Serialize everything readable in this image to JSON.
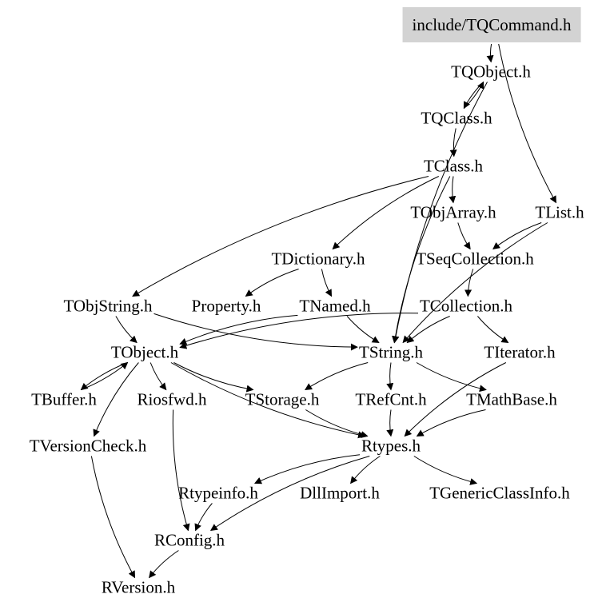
{
  "graph": {
    "root": "include/TQCommand.h",
    "nodes": {
      "n_tqcommand": "include/TQCommand.h",
      "n_tqobject": "TQObject.h",
      "n_tqclass": "TQClass.h",
      "n_tclass": "TClass.h",
      "n_tobjarray": "TObjArray.h",
      "n_tlist": "TList.h",
      "n_tdictionary": "TDictionary.h",
      "n_tseqcollection": "TSeqCollection.h",
      "n_tobjstring": "TObjString.h",
      "n_property": "Property.h",
      "n_tnamed": "TNamed.h",
      "n_tcollection": "TCollection.h",
      "n_tobject": "TObject.h",
      "n_tstring": "TString.h",
      "n_titerator": "TIterator.h",
      "n_tbuffer": "TBuffer.h",
      "n_riosfwd": "Riosfwd.h",
      "n_tstorage": "TStorage.h",
      "n_trefcnt": "TRefCnt.h",
      "n_tmathbase": "TMathBase.h",
      "n_tversioncheck": "TVersionCheck.h",
      "n_rtypes": "Rtypes.h",
      "n_rtypeinfo": "Rtypeinfo.h",
      "n_dllimport": "DllImport.h",
      "n_tgenericclassinfo": "TGenericClassInfo.h",
      "n_rconfig": "RConfig.h",
      "n_rversion": "RVersion.h"
    },
    "edges": [
      [
        "n_tqcommand",
        "n_tqobject"
      ],
      [
        "n_tqcommand",
        "n_tlist"
      ],
      [
        "n_tqobject",
        "n_tqclass"
      ],
      [
        "n_tqobject",
        "n_tstring"
      ],
      [
        "n_tqclass",
        "n_tqobject"
      ],
      [
        "n_tqclass",
        "n_tclass"
      ],
      [
        "n_tclass",
        "n_tobjarray"
      ],
      [
        "n_tclass",
        "n_tdictionary"
      ],
      [
        "n_tclass",
        "n_tobjstring"
      ],
      [
        "n_tclass",
        "n_tstring"
      ],
      [
        "n_tobjarray",
        "n_tseqcollection"
      ],
      [
        "n_tlist",
        "n_tseqcollection"
      ],
      [
        "n_tdictionary",
        "n_property"
      ],
      [
        "n_tdictionary",
        "n_tnamed"
      ],
      [
        "n_tseqcollection",
        "n_tcollection"
      ],
      [
        "n_tobjstring",
        "n_tobject"
      ],
      [
        "n_tobjstring",
        "n_tstring"
      ],
      [
        "n_tnamed",
        "n_tobject"
      ],
      [
        "n_tnamed",
        "n_tstring"
      ],
      [
        "n_tcollection",
        "n_tobject"
      ],
      [
        "n_tcollection",
        "n_tstring"
      ],
      [
        "n_tcollection",
        "n_titerator"
      ],
      [
        "n_tobject",
        "n_tbuffer"
      ],
      [
        "n_tobject",
        "n_riosfwd"
      ],
      [
        "n_tobject",
        "n_tstorage"
      ],
      [
        "n_tobject",
        "n_tversioncheck"
      ],
      [
        "n_tobject",
        "n_rtypes"
      ],
      [
        "n_tbuffer",
        "n_tobject"
      ],
      [
        "n_tstring",
        "n_tstorage"
      ],
      [
        "n_tstring",
        "n_trefcnt"
      ],
      [
        "n_tstring",
        "n_tmathbase"
      ],
      [
        "n_tstorage",
        "n_rtypes"
      ],
      [
        "n_trefcnt",
        "n_rtypes"
      ],
      [
        "n_tmathbase",
        "n_rtypes"
      ],
      [
        "n_titerator",
        "n_rtypes"
      ],
      [
        "n_tversioncheck",
        "n_rversion"
      ],
      [
        "n_riosfwd",
        "n_rconfig"
      ],
      [
        "n_rtypes",
        "n_rtypeinfo"
      ],
      [
        "n_rtypes",
        "n_dllimport"
      ],
      [
        "n_rtypes",
        "n_tgenericclassinfo"
      ],
      [
        "n_rtypes",
        "n_rconfig"
      ],
      [
        "n_rtypeinfo",
        "n_rconfig"
      ],
      [
        "n_rconfig",
        "n_rversion"
      ],
      [
        "n_tlist",
        "n_tstring"
      ]
    ]
  },
  "colors": {
    "root_fill": "#d3d3d3",
    "text": "#000000",
    "edge": "#000000",
    "background": "#ffffff"
  }
}
